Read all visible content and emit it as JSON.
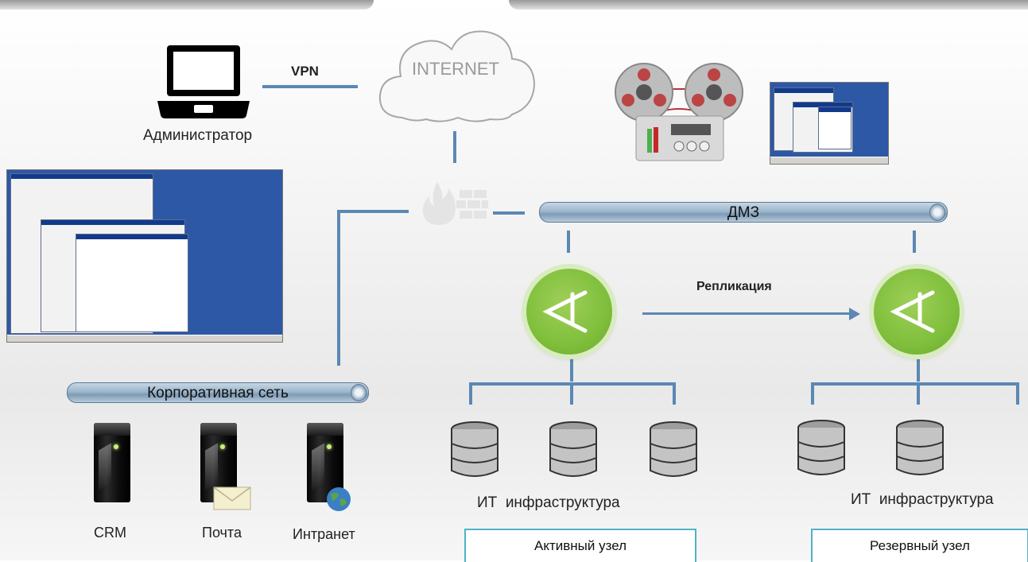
{
  "labels": {
    "vpn": "VPN",
    "internet": "INTERNET",
    "administrator": "Администратор",
    "dmz": "ДМЗ",
    "replication": "Репликация",
    "corporate_network": "Корпоративная сеть",
    "it_infra_active": "ИТ  инфраструктура",
    "it_infra_backup": "ИТ  инфраструктура",
    "active_node": "Активный узел",
    "backup_node": "Резервный узел"
  },
  "servers": [
    {
      "label": "CRM",
      "badge": ""
    },
    {
      "label": "Почта",
      "badge": "envelope"
    },
    {
      "label": "Интранет",
      "badge": "globe"
    }
  ],
  "colors": {
    "line": "#5b88b4",
    "hub_green": "#7fbf3c",
    "node_border": "#4fb2c9"
  },
  "icons": [
    "laptop-icon",
    "cloud-icon",
    "firewall-icon",
    "tape-recorder-icon",
    "hub-icon",
    "database-icon",
    "server-icon",
    "envelope-icon",
    "globe-icon"
  ]
}
